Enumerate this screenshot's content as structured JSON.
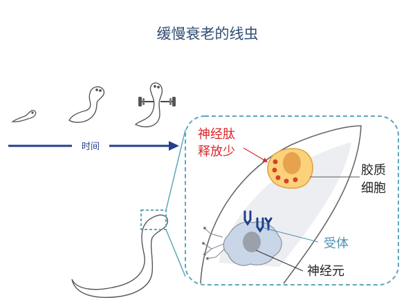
{
  "title": "缓慢衰老的线虫",
  "timeline": {
    "label": "时间"
  },
  "callouts": {
    "neuropeptide_line1": "神经肽",
    "neuropeptide_line2": "释放少",
    "glia_line1": "胶质",
    "glia_line2": "细胞",
    "receptor": "受体",
    "neuron": "神经元"
  },
  "colors": {
    "title": "#2f4d73",
    "timeline": "#233f8c",
    "neuropeptide_text": "#d9262a",
    "receptor_text": "#4a91b3",
    "dashed_box": "#5aa7bd",
    "glia_fill": "#fbd27a",
    "glia_nucleus": "#e7a24d",
    "glia_dots": "#d2432b",
    "neuron_fill": "#c9d6e8",
    "receptor_mark": "#1f3f8a"
  }
}
